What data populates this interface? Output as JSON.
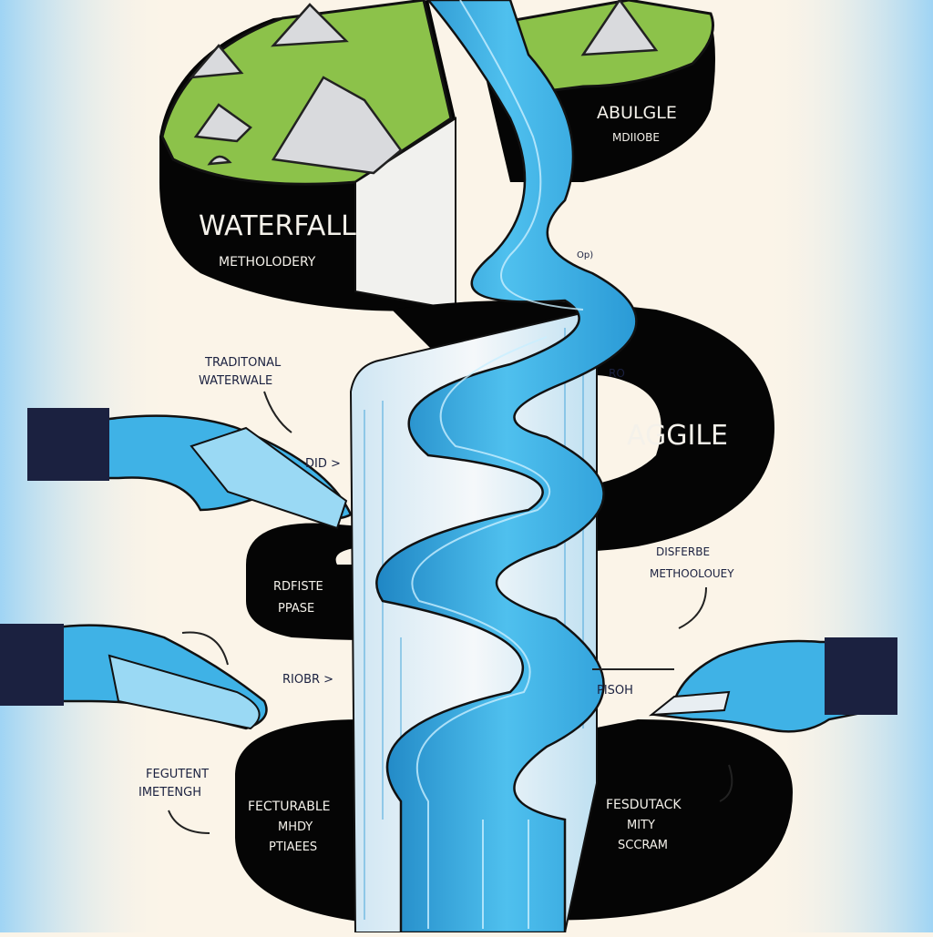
{
  "colors": {
    "background": "#fbf4e8",
    "edge_blue": "#9fd4f4",
    "water": "#3fb2e6",
    "water_dark": "#1f86c4",
    "grass": "#8cc24a",
    "rock": "#d9dadd",
    "ring": "#050505",
    "column": "#eef4f7"
  },
  "labels": {
    "waterfall_title": "WATERFALL",
    "waterfall_sub": "METHOLODERY",
    "agile_top_title": "ABULGLE",
    "agile_top_sub": "MDIIOBE",
    "op_marker": "Op)",
    "traditional_line1": "TRADITONAL",
    "traditional_line2": "WATERWALE",
    "ro_marker": "RO",
    "agile_title": "AGGILE",
    "did_marker": "DID >",
    "phase_line1": "RDFISTE",
    "phase_line2": "PPASE",
    "different_line1": "DISFERBE",
    "different_line2": "METHOOLOUEY",
    "riobr_marker": "RIOBR >",
    "pisoh_marker": "PISOH",
    "frequent_line1": "FEGUTENT",
    "frequent_line2": "IMETENGH",
    "fectural_line1": "FECTURABLE",
    "fectural_line2": "MHDY",
    "fectural_line3": "PTIAEES",
    "feedback_line1": "FESDUTACK",
    "feedback_line2": "MITY",
    "feedback_line3": "SCCRAM"
  }
}
